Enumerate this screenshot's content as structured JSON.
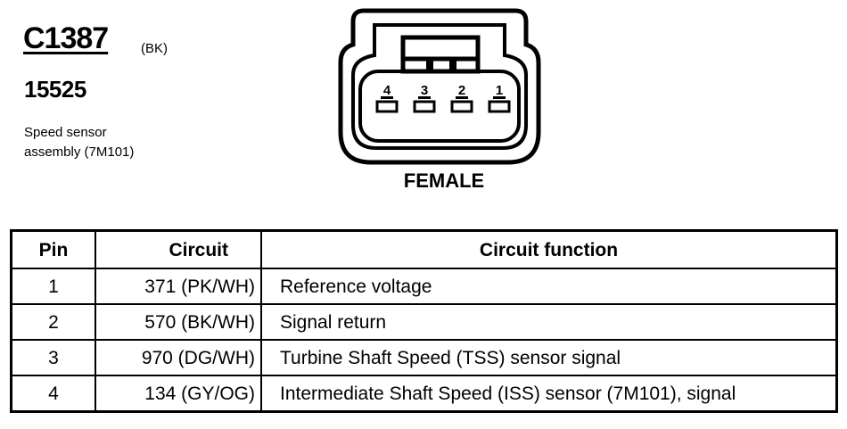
{
  "connector": {
    "id": "C1387",
    "color_code": "(BK)",
    "part_number": "15525",
    "description_line1": "Speed sensor",
    "description_line2": "assembly (7M101)",
    "gender": "FEMALE",
    "pin_labels": [
      "4",
      "3",
      "2",
      "1"
    ]
  },
  "pin_table": {
    "headers": {
      "pin": "Pin",
      "circuit": "Circuit",
      "function": "Circuit function"
    },
    "rows": [
      {
        "pin": "1",
        "circuit": "371 (PK/WH)",
        "function": "Reference voltage"
      },
      {
        "pin": "2",
        "circuit": "570 (BK/WH)",
        "function": "Signal return"
      },
      {
        "pin": "3",
        "circuit": "970 (DG/WH)",
        "function": "Turbine Shaft Speed (TSS) sensor signal"
      },
      {
        "pin": "4",
        "circuit": "134 (GY/OG)",
        "function": "Intermediate Shaft Speed (ISS) sensor (7M101), signal"
      }
    ]
  }
}
